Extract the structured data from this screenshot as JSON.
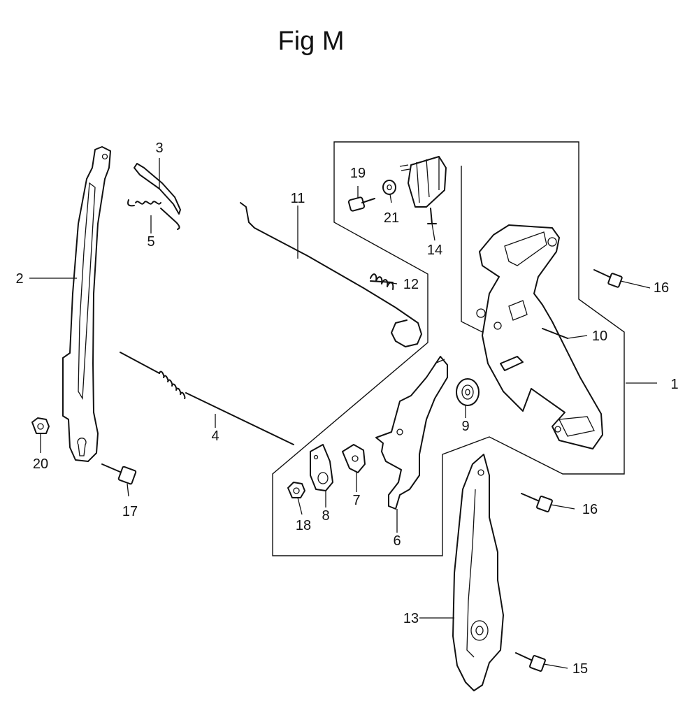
{
  "title": "Fig M",
  "callouts": [
    "1",
    "2",
    "3",
    "4",
    "5",
    "6",
    "7",
    "8",
    "9",
    "10",
    "11",
    "12",
    "13",
    "14",
    "15",
    "16",
    "16",
    "17",
    "18",
    "19",
    "20",
    "21"
  ],
  "parts": [
    {
      "number": "1"
    },
    {
      "number": "2"
    },
    {
      "number": "3"
    },
    {
      "number": "4"
    },
    {
      "number": "5"
    },
    {
      "number": "6"
    },
    {
      "number": "7"
    },
    {
      "number": "8"
    },
    {
      "number": "9"
    },
    {
      "number": "10"
    },
    {
      "number": "11"
    },
    {
      "number": "12"
    },
    {
      "number": "13"
    },
    {
      "number": "14"
    },
    {
      "number": "15"
    },
    {
      "number": "16"
    },
    {
      "number": "17"
    },
    {
      "number": "18"
    },
    {
      "number": "19"
    },
    {
      "number": "20"
    },
    {
      "number": "21"
    }
  ]
}
